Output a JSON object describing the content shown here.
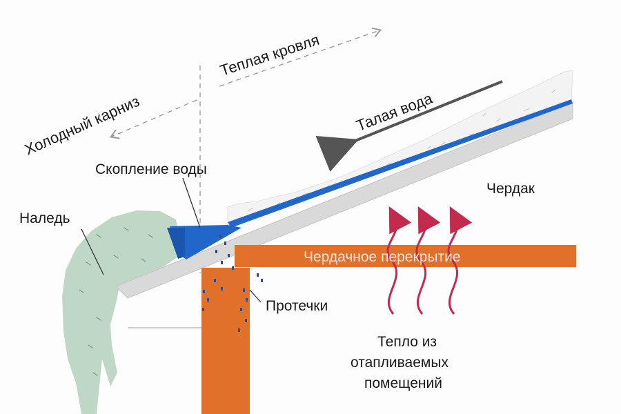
{
  "labels": {
    "warm_roof": "Теплая кровля",
    "cold_eave": "Холодный  карниз",
    "melt_water": "Талая вода",
    "water_accumulation": "Скопление воды",
    "attic": "Чердак",
    "ice_dam": "Наледь",
    "attic_floor": "Чердачное перекрытие",
    "leaks": "Протечки",
    "heat_line1": "Тепло из",
    "heat_line2": "отапливаемых",
    "heat_line3": "помещений"
  },
  "colors": {
    "orange": "#e0702a",
    "water_blue": "#2167c9",
    "ice_green": "#bfd8c6",
    "roof_grey": "#d9d9d9",
    "heat_arrows": "#c42a4c",
    "melt_arrow": "#555555"
  }
}
